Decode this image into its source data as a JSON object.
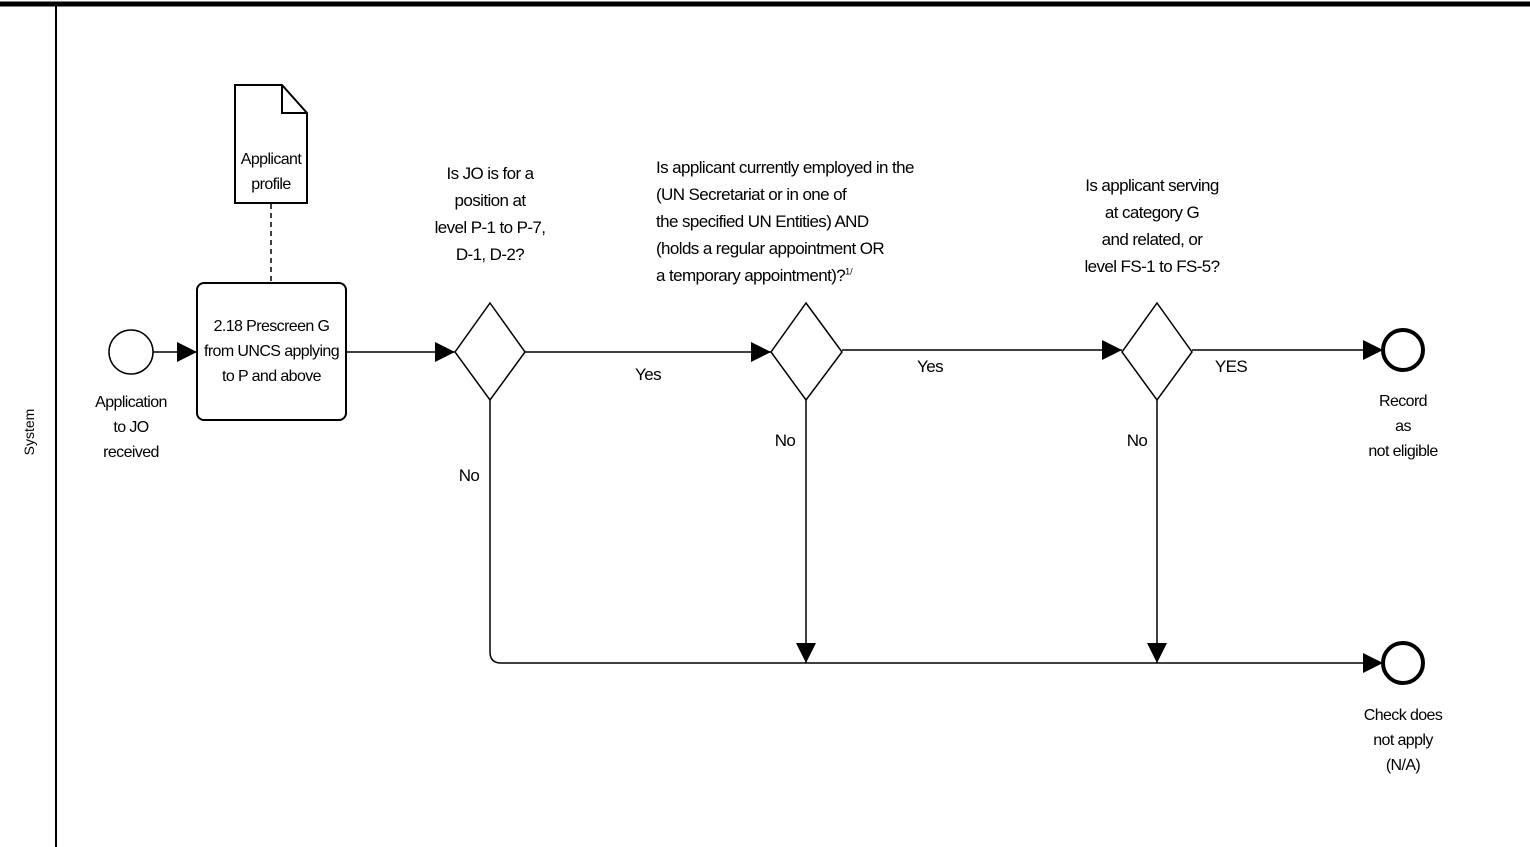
{
  "lane": {
    "label": "System"
  },
  "document": {
    "label": "Applicant\nprofile"
  },
  "start_event": {
    "label": "Application\nto JO\nreceived"
  },
  "task": {
    "label": "2.18 Prescreen G\nfrom UNCS applying\nto P and above"
  },
  "gateway_1": {
    "question": "Is JO is for a\nposition at\nlevel P-1 to P-7,\nD-1, D-2?",
    "yes_label": "Yes",
    "no_label": "No"
  },
  "gateway_2": {
    "question": "Is applicant currently employed in the\n(UN Secretariat or in one of\nthe specified UN Entities) AND\n(holds a regular appointment OR\na temporary appointment)?",
    "footnote": "1/",
    "yes_label": "Yes",
    "no_label": "No"
  },
  "gateway_3": {
    "question": "Is applicant serving\nat category G\nand related, or\nlevel FS-1 to FS-5?",
    "yes_label": "YES",
    "no_label": "No"
  },
  "end_event_1": {
    "label": "Record\nas\nnot eligible"
  },
  "end_event_2": {
    "label": "Check does\nnot apply\n(N/A)"
  }
}
